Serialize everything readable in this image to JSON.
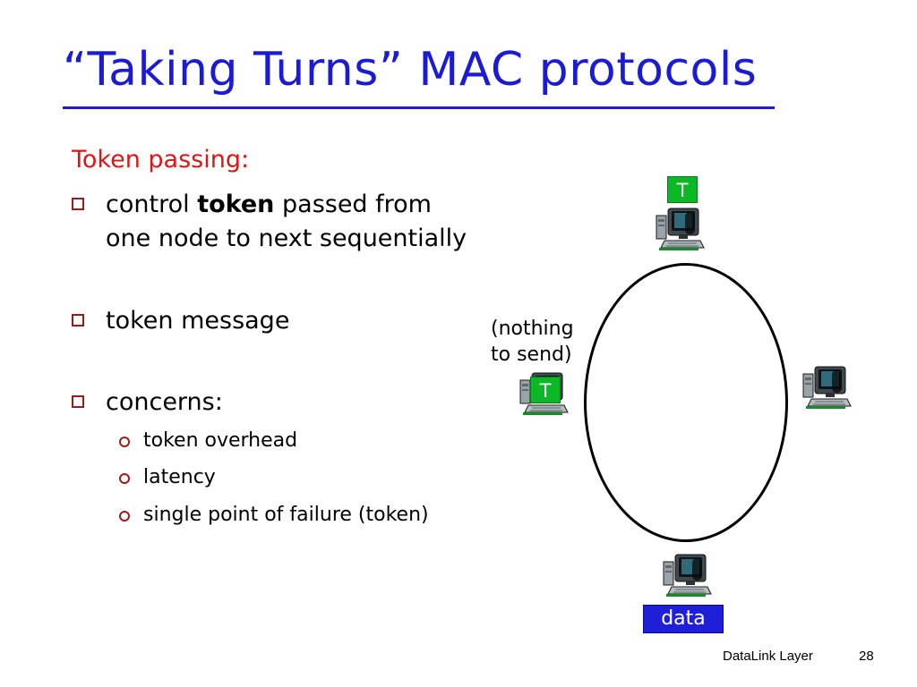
{
  "slide": {
    "title": "“Taking Turns” MAC protocols",
    "subtitle": "Token passing:"
  },
  "bullets": [
    {
      "parts": [
        "control ",
        "token",
        " passed from"
      ],
      "line2": "one node to next sequentially"
    },
    {
      "text": "token message"
    },
    {
      "text": "concerns:"
    }
  ],
  "sub_bullets": [
    "token overhead",
    "latency",
    "single point of failure (token)"
  ],
  "diagram": {
    "token_label": "T",
    "note_line1": "(nothing",
    "note_line2": "to send)",
    "data_label": "data",
    "token_color": "#0cb826",
    "data_color": "#1f1fd8",
    "icon": "desktop-computer-icon"
  },
  "footer": {
    "section": "DataLink Layer",
    "page_number": "28"
  }
}
